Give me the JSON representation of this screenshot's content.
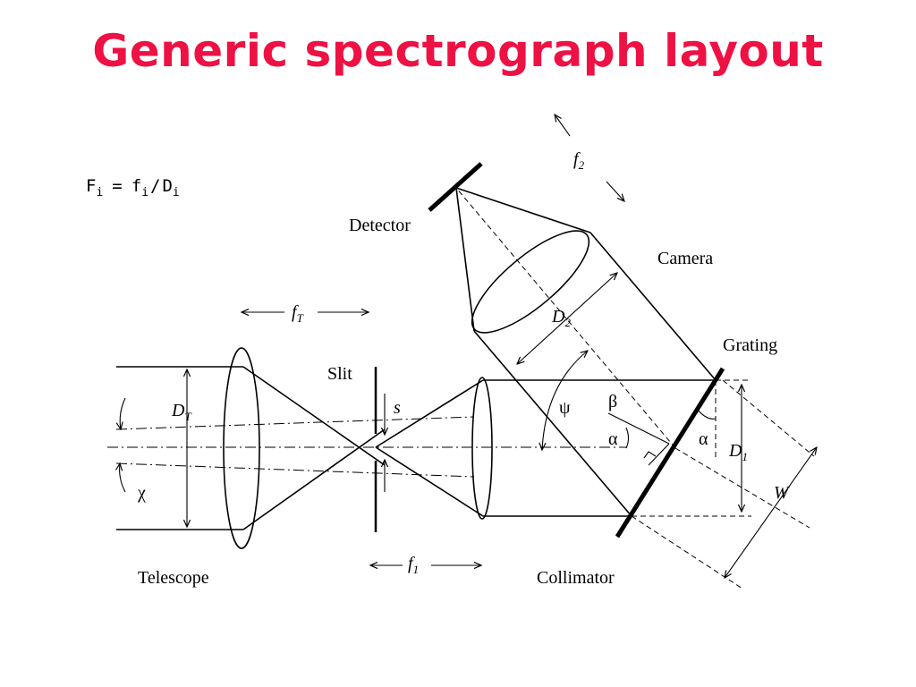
{
  "title": "Generic spectrograph layout",
  "formula": {
    "F": "F",
    "f": "f",
    "D": "D",
    "sub": "i",
    "eq": "=",
    "slash": "/"
  },
  "labels": {
    "detector": "Detector",
    "camera": "Camera",
    "grating": "Grating",
    "slit": "Slit",
    "telescope": "Telescope",
    "collimator": "Collimator"
  },
  "symbols": {
    "f2_main": "f",
    "f2_sub": "2",
    "fT_main": "f",
    "fT_sub": "T",
    "f1_main": "f",
    "f1_sub": "1",
    "D2_main": "D",
    "D2_sub": "2",
    "DT_main": "D",
    "DT_sub": "T",
    "D1_main": "D",
    "D1_sub": "1",
    "s": "s",
    "W": "W",
    "psi": "ψ",
    "beta": "β",
    "alpha_left": "α",
    "alpha_right": "α",
    "chi": "χ"
  }
}
